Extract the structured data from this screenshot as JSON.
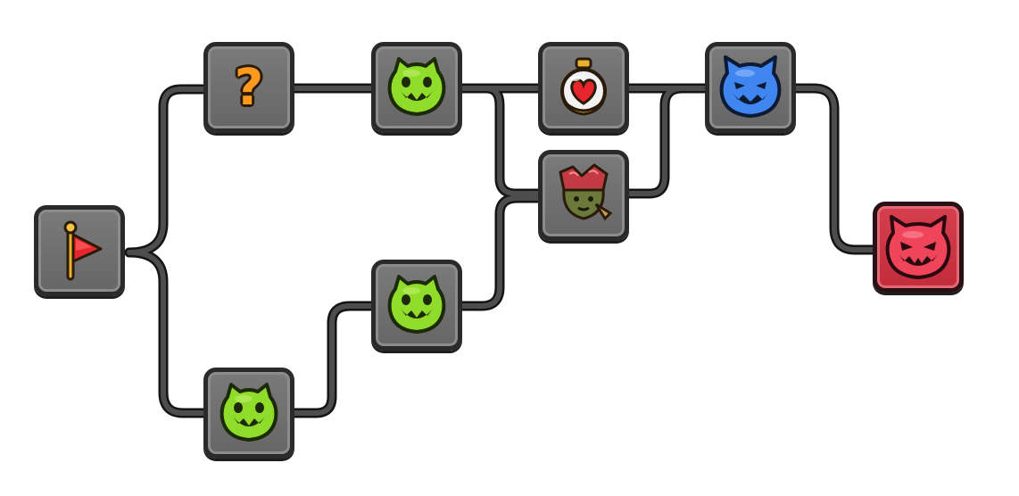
{
  "map": {
    "nodes": [
      {
        "id": "start",
        "kind": "start",
        "icon": "red-flag-icon",
        "label": ""
      },
      {
        "id": "mystery",
        "kind": "event",
        "icon": "question-mark-icon",
        "label": "?"
      },
      {
        "id": "enemy-green-1",
        "kind": "enemy",
        "icon": "green-monster-icon",
        "label": ""
      },
      {
        "id": "potion",
        "kind": "shop",
        "icon": "heart-potion-icon",
        "label": ""
      },
      {
        "id": "enemy-blue",
        "kind": "elite",
        "icon": "blue-monster-icon",
        "label": ""
      },
      {
        "id": "merchant",
        "kind": "npc",
        "icon": "hooded-character-icon",
        "label": ""
      },
      {
        "id": "enemy-green-2",
        "kind": "enemy",
        "icon": "green-monster-icon",
        "label": ""
      },
      {
        "id": "enemy-green-3",
        "kind": "enemy",
        "icon": "green-monster-icon",
        "label": ""
      },
      {
        "id": "boss",
        "kind": "boss",
        "icon": "red-devil-icon",
        "label": ""
      }
    ],
    "connections": [
      [
        "start",
        "mystery"
      ],
      [
        "start",
        "enemy-green-3"
      ],
      [
        "mystery",
        "enemy-green-1"
      ],
      [
        "enemy-green-1",
        "potion"
      ],
      [
        "enemy-green-1",
        "merchant"
      ],
      [
        "potion",
        "enemy-blue"
      ],
      [
        "merchant",
        "enemy-blue"
      ],
      [
        "enemy-green-3",
        "enemy-green-2"
      ],
      [
        "enemy-green-2",
        "merchant"
      ],
      [
        "enemy-blue",
        "boss"
      ]
    ]
  },
  "colors": {
    "path": "#3c3c3c",
    "node_fill": "#6e6e6e",
    "node_border": "#2a2a2a",
    "boss_fill": "#c93341",
    "green_monster": "#8fdc2a",
    "blue_monster": "#3f86f0",
    "red_monster": "#f0445a",
    "question_mark": "#ff9a1f",
    "flag": "#e6252d"
  }
}
